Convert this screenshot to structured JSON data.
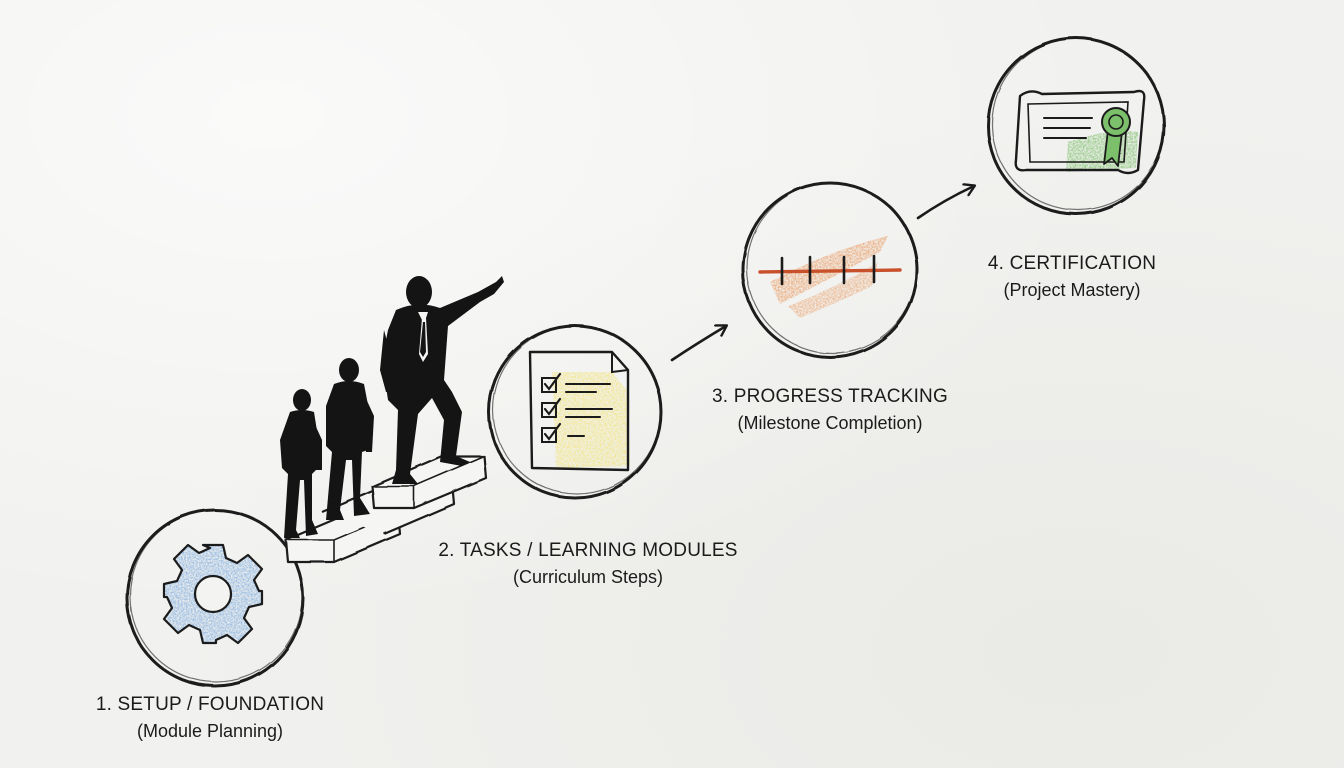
{
  "steps": [
    {
      "title": "1. SETUP / FOUNDATION",
      "subtitle": "(Module Planning)",
      "icon": "gear-icon",
      "accent": "#8fb6e0"
    },
    {
      "title": "2. TASKS / LEARNING MODULES",
      "subtitle": "(Curriculum Steps)",
      "icon": "checklist-icon",
      "accent": "#f2e58a"
    },
    {
      "title": "3. PROGRESS TRACKING",
      "subtitle": "(Milestone Completion)",
      "icon": "milestone-timeline-icon",
      "accent": "#e9a06a"
    },
    {
      "title": "4. CERTIFICATION",
      "subtitle": "(Project Mastery)",
      "icon": "certificate-icon",
      "accent": "#7cc06b"
    }
  ],
  "colors": {
    "ink": "#1b1b1b",
    "gear_blue": "#8fb6e0",
    "checklist_yellow": "#f2e58a",
    "timeline_orange": "#e9a06a",
    "timeline_line": "#c8502a",
    "certificate_green": "#7cc06b"
  }
}
